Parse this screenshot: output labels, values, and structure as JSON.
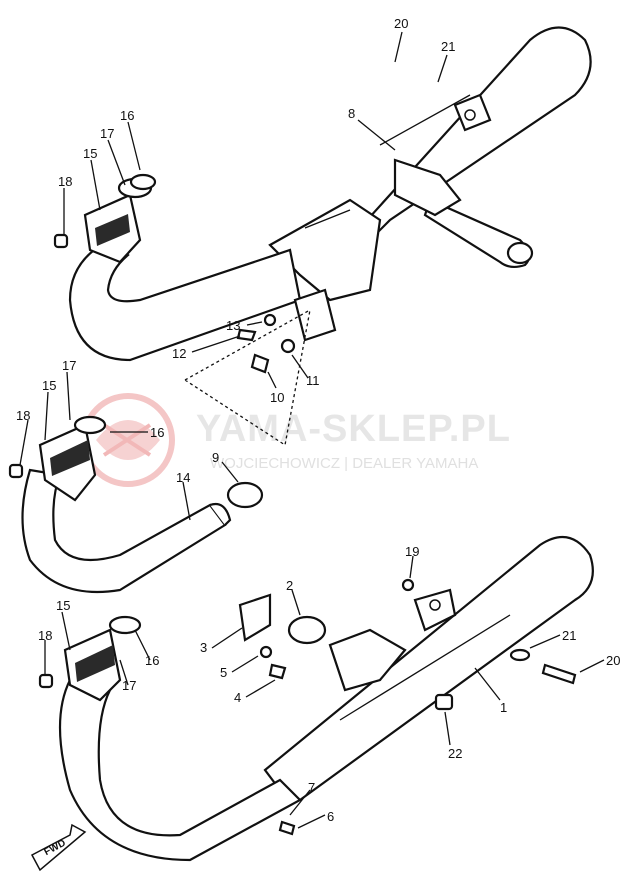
{
  "watermark": {
    "title": "YAMA-SKLEP.PL",
    "subtitle": "WOJCIECHOWICZ | DEALER YAMAHA",
    "colors": {
      "logo": "#f2b8b8",
      "text": "#e6e6e6"
    }
  },
  "direction_arrow": {
    "label": "FWD"
  },
  "callouts": [
    {
      "id": "c20a",
      "label": "20"
    },
    {
      "id": "c21a",
      "label": "21"
    },
    {
      "id": "c8",
      "label": "8"
    },
    {
      "id": "c16a",
      "label": "16"
    },
    {
      "id": "c17a",
      "label": "17"
    },
    {
      "id": "c15a",
      "label": "15"
    },
    {
      "id": "c18a",
      "label": "18"
    },
    {
      "id": "c13",
      "label": "13"
    },
    {
      "id": "c12",
      "label": "12"
    },
    {
      "id": "c10",
      "label": "10"
    },
    {
      "id": "c11",
      "label": "11"
    },
    {
      "id": "c17b",
      "label": "17"
    },
    {
      "id": "c15b",
      "label": "15"
    },
    {
      "id": "c18b",
      "label": "18"
    },
    {
      "id": "c16b",
      "label": "16"
    },
    {
      "id": "c9",
      "label": "9"
    },
    {
      "id": "c14",
      "label": "14"
    },
    {
      "id": "c19",
      "label": "19"
    },
    {
      "id": "c2",
      "label": "2"
    },
    {
      "id": "c3",
      "label": "3"
    },
    {
      "id": "c5",
      "label": "5"
    },
    {
      "id": "c4",
      "label": "4"
    },
    {
      "id": "c15c",
      "label": "15"
    },
    {
      "id": "c18c",
      "label": "18"
    },
    {
      "id": "c16c",
      "label": "16"
    },
    {
      "id": "c17c",
      "label": "17"
    },
    {
      "id": "c21b",
      "label": "21"
    },
    {
      "id": "c20b",
      "label": "20"
    },
    {
      "id": "c1",
      "label": "1"
    },
    {
      "id": "c22",
      "label": "22"
    },
    {
      "id": "c7",
      "label": "7"
    },
    {
      "id": "c6",
      "label": "6"
    }
  ]
}
